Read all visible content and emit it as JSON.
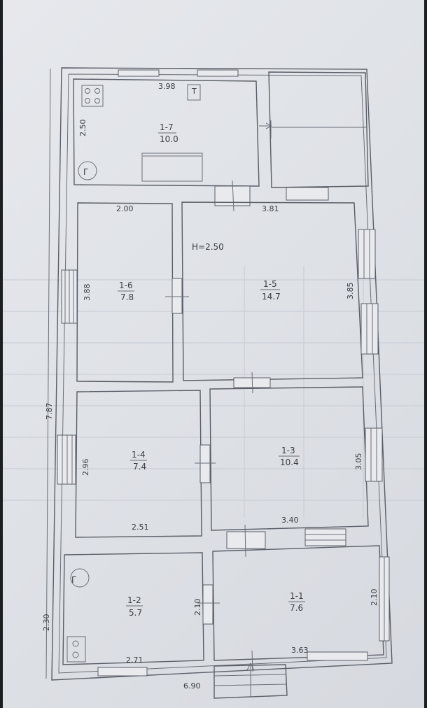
{
  "plan": {
    "height_note": "H=2.50",
    "overall": {
      "width": "6.90",
      "depth": "7.87",
      "porch": "2.30"
    },
    "rooms": [
      {
        "id": "1-7",
        "area": "10.0",
        "dim_a": "3.98",
        "dim_b": "2.50"
      },
      {
        "id": "1-6",
        "area": "7.8",
        "dim_a": "2.00",
        "dim_b": "3.88"
      },
      {
        "id": "1-5",
        "area": "14.7",
        "dim_a": "3.81",
        "dim_b": "3.85"
      },
      {
        "id": "1-4",
        "area": "7.4",
        "dim_a": "2.51",
        "dim_b": "2.96"
      },
      {
        "id": "1-3",
        "area": "10.4",
        "dim_a": "3.40",
        "dim_b": "3.05"
      },
      {
        "id": "1-2",
        "area": "5.7",
        "dim_a": "2.71",
        "dim_b": "2.10"
      },
      {
        "id": "1-1",
        "area": "7.6",
        "dim_a": "3.63",
        "dim_b": "2.10"
      }
    ],
    "stove_symbol": "Г",
    "sink_symbol": "T"
  }
}
